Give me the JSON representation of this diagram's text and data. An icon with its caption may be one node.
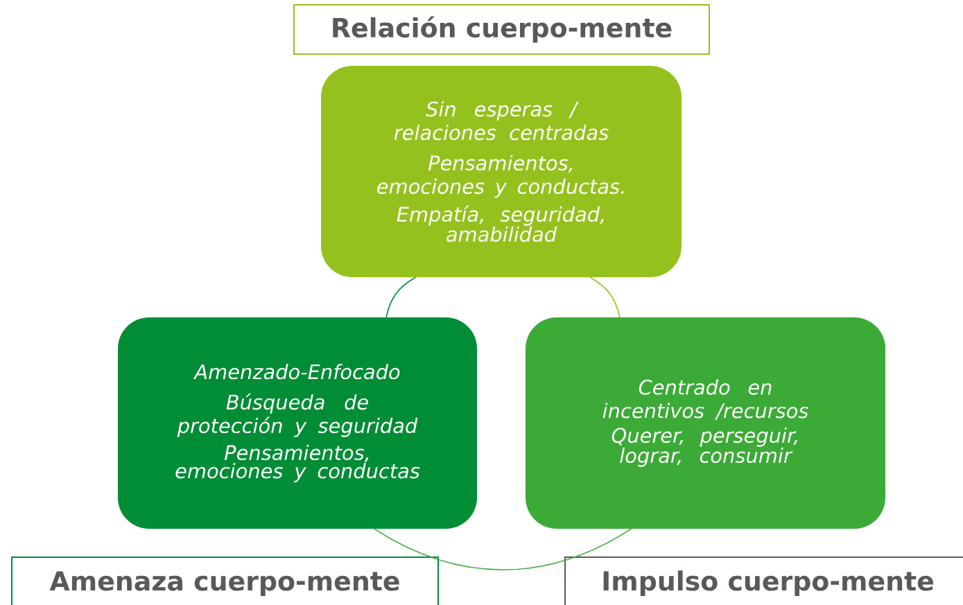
{
  "diagram": {
    "nodes": [
      {
        "text": [
          "Relación cuerpo-mente"
        ]
      },
      {
        "text": [
          "Sin esperas / relaciones centradas",
          "Pensamientos, emociones y conductas.",
          "Empatía, seguridad, amabilidad"
        ]
      },
      {
        "text": [
          "Amenzado-Enfocado",
          "Búsqueda de protección y seguridad",
          "Pensamientos, emociones y conductas"
        ]
      },
      {
        "text": [
          "Centrado en incentivos /recursos",
          "Querer, perseguir, lograr, consumir"
        ]
      },
      {
        "text": [
          "Amenaza cuerpo-mente"
        ]
      },
      {
        "text": [
          "Impulso cuerpo-mente"
        ]
      }
    ],
    "edges": [
      {
        "from": 1,
        "to": 2,
        "arrow": "none",
        "color": "#008d36"
      },
      {
        "from": 1,
        "to": 3,
        "arrow": "none",
        "color": "#95c11f"
      },
      {
        "from": 2,
        "to": 3,
        "arrow": "none",
        "color": "#3caa36"
      }
    ]
  }
}
